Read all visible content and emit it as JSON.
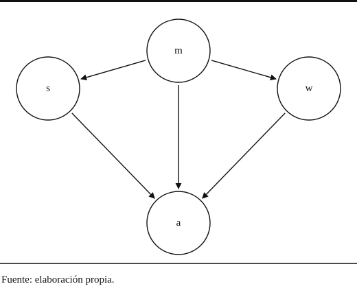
{
  "diagram": {
    "nodes": [
      {
        "id": "m",
        "label": "m"
      },
      {
        "id": "s",
        "label": "s"
      },
      {
        "id": "w",
        "label": "w"
      },
      {
        "id": "a",
        "label": "a"
      }
    ],
    "edges": [
      {
        "from": "m",
        "to": "s"
      },
      {
        "from": "m",
        "to": "w"
      },
      {
        "from": "m",
        "to": "a"
      },
      {
        "from": "s",
        "to": "a"
      },
      {
        "from": "w",
        "to": "a"
      }
    ]
  },
  "caption": "Fuente: elaboración propia."
}
